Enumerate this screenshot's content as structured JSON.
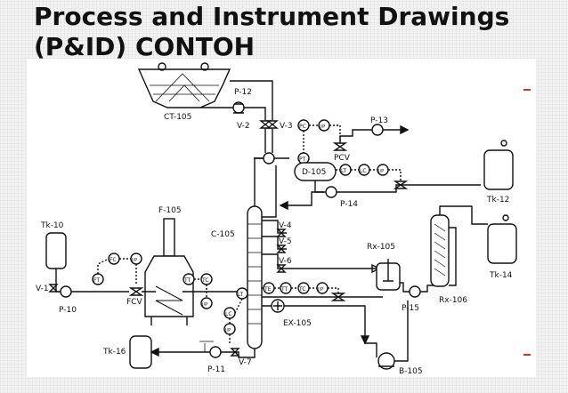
{
  "slide": {
    "title_line1": "Process and Instrument Drawings",
    "title_line2": "(P&ID) CONTOH"
  },
  "colors": {
    "accent": "#c0392b",
    "line": "#111111",
    "background": "#f2f2f2"
  },
  "equipment": {
    "ct105": "CT-105",
    "p12": "P-12",
    "v2": "V-2",
    "v3": "V-3",
    "p13": "P-13",
    "pcv": "PCV",
    "d105": "D-105",
    "p14": "P-14",
    "tk12": "Tk-12",
    "tk14": "Tk-14",
    "f105": "F-105",
    "c105": "C-105",
    "v4": "V-4",
    "v5": "V-5",
    "v6": "V-6",
    "rx105": "Rx-105",
    "rx106": "Rx-106",
    "p15": "P-15",
    "tk10": "Tk-10",
    "v1": "V-1",
    "p10": "P-10",
    "fcv": "FCV",
    "ex105": "EX-105",
    "tk16": "Tk-16",
    "p11": "P-11",
    "v7": "V-7",
    "b105": "B-105"
  },
  "instruments": {
    "pc": "PC",
    "ip": "I/P",
    "pt": "PT",
    "lt": "LT",
    "lc": "LC",
    "fc": "FC",
    "ft": "FT",
    "tt": "TT",
    "tc": "TC",
    "te": "TE"
  }
}
